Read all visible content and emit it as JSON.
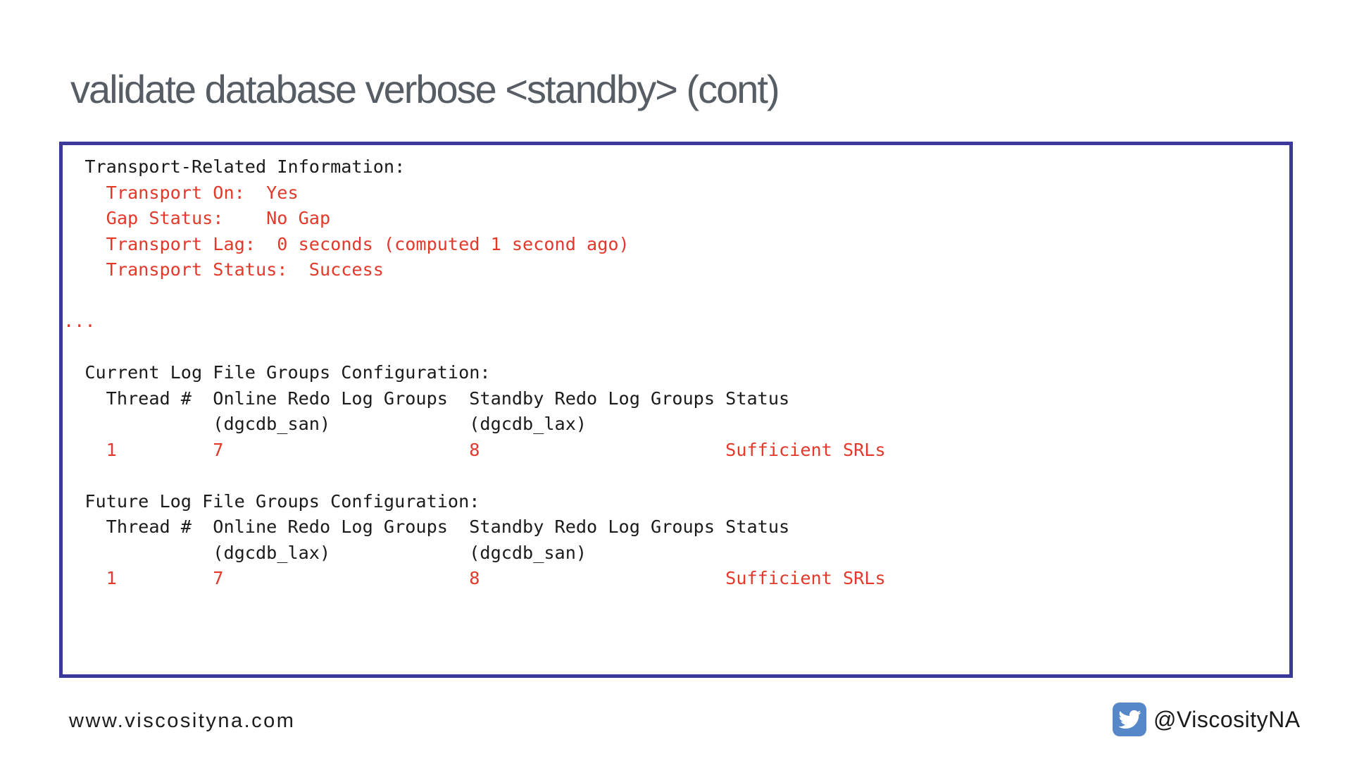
{
  "title": "validate database verbose <standby> (cont)",
  "terminal": {
    "lines": [
      {
        "text": "  Transport-Related Information:",
        "color": "black"
      },
      {
        "text": "    Transport On:  Yes",
        "color": "red"
      },
      {
        "text": "    Gap Status:    No Gap",
        "color": "red"
      },
      {
        "text": "    Transport Lag:  0 seconds (computed 1 second ago)",
        "color": "red"
      },
      {
        "text": "    Transport Status:  Success",
        "color": "red"
      },
      {
        "text": "",
        "color": "black"
      },
      {
        "text": "...",
        "color": "red"
      },
      {
        "text": "",
        "color": "black"
      },
      {
        "text": "  Current Log File Groups Configuration:",
        "color": "black"
      },
      {
        "text": "    Thread #  Online Redo Log Groups  Standby Redo Log Groups Status",
        "color": "black"
      },
      {
        "text": "              (dgcdb_san)             (dgcdb_lax)",
        "color": "black"
      },
      {
        "text": "    1         7                       8                       Sufficient SRLs",
        "color": "red"
      },
      {
        "text": "",
        "color": "black"
      },
      {
        "text": "  Future Log File Groups Configuration:",
        "color": "black"
      },
      {
        "text": "    Thread #  Online Redo Log Groups  Standby Redo Log Groups Status",
        "color": "black"
      },
      {
        "text": "              (dgcdb_lax)             (dgcdb_san)",
        "color": "black"
      },
      {
        "text": "    1         7                       8                       Sufficient SRLs",
        "color": "red"
      }
    ]
  },
  "footer": {
    "website": "www.viscosityna.com",
    "twitter_handle": "@ViscosityNA",
    "twitter_icon": "twitter-bird-icon"
  },
  "colors": {
    "title_gray": "#575d64",
    "box_border_indigo": "#3b3a9b",
    "terminal_black": "#1b1b1b",
    "terminal_red": "#e2392b",
    "twitter_blue": "#5687c8"
  }
}
